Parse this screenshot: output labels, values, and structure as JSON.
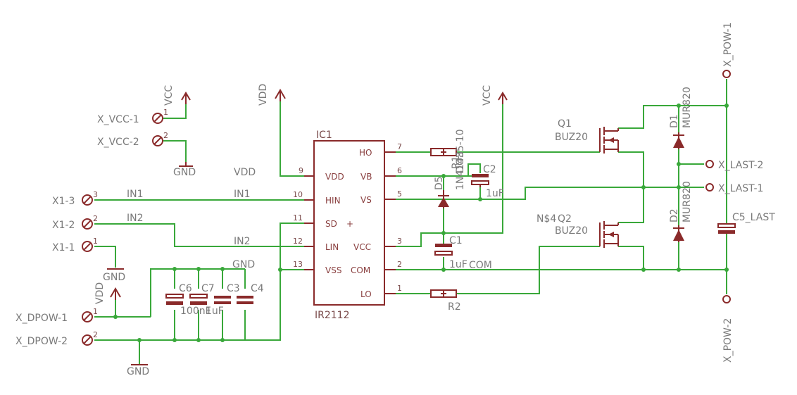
{
  "schematic": {
    "ic": {
      "name": "IC1",
      "part": "IR2112",
      "left_pins": [
        {
          "num": "9",
          "name": "VDD"
        },
        {
          "num": "10",
          "name": "HIN"
        },
        {
          "num": "11",
          "name": "SD"
        },
        {
          "num": "12",
          "name": "LIN"
        },
        {
          "num": "13",
          "name": "VSS"
        }
      ],
      "right_pins": [
        {
          "num": "7",
          "name": "HO"
        },
        {
          "num": "6",
          "name": "VB"
        },
        {
          "num": "5",
          "name": "VS"
        },
        {
          "num": "3",
          "name": "VCC"
        },
        {
          "num": "2",
          "name": "COM"
        },
        {
          "num": "1",
          "name": "LO"
        }
      ],
      "plus_mark": "+"
    },
    "connectors": {
      "x_vcc_1": "X_VCC-1",
      "x_vcc_1_pin": "1",
      "x_vcc_2": "X_VCC-2",
      "x_vcc_2_pin": "2",
      "x1_3": "X1-3",
      "x1_3_pin": "3",
      "x1_2": "X1-2",
      "x1_2_pin": "2",
      "x1_1": "X1-1",
      "x1_1_pin": "1",
      "x_dpow_1": "X_DPOW-1",
      "x_dpow_1_pin": "1",
      "x_dpow_2": "X_DPOW-2",
      "x_dpow_2_pin": "2",
      "x_last_2": "X_LAST-2",
      "x_last_1": "X_LAST-1",
      "x_pow_1": "X_POW-1",
      "x_pow_2": "X_POW-2"
    },
    "supplies": {
      "vcc_top": "VCC",
      "gnd_vcc": "GND",
      "vdd_left": "VDD",
      "vcc_mid": "VCC",
      "gnd_x1": "GND",
      "vdd_dpow": "VDD",
      "gnd_bottom": "GND"
    },
    "nets": {
      "vdd": "VDD",
      "in1_a": "IN1",
      "in1_b": "IN1",
      "in2_a": "IN2",
      "in2_b": "IN2",
      "gnd": "GND",
      "com": "COM",
      "n4": "N$4"
    },
    "components": {
      "r1_value": "DO35-10",
      "r1_name": "R1",
      "d5_name": "D5",
      "d5_value": "1N4148",
      "c2_name": "C2",
      "c2_value": "1uF",
      "c1_name": "C1",
      "c1_value": "1uF",
      "r2_name": "R2",
      "q1_name": "Q1",
      "q1_value": "BUZ20",
      "q2_name": "Q2",
      "q2_value": "BUZ20",
      "d1_name": "D1",
      "d1_value": "MUR820",
      "d2_name": "D2",
      "d2_value": "MUR820",
      "c5_name": "C5_LAST",
      "c6_name": "C6",
      "c7_name": "C7",
      "c3_name": "C3",
      "c4_name": "C4",
      "c6_value": "100nF",
      "c7_value": "1uF"
    },
    "colors": {
      "wire": "#39a83a",
      "symbol": "#8a2a2a",
      "text": "#7a7a7a"
    }
  }
}
